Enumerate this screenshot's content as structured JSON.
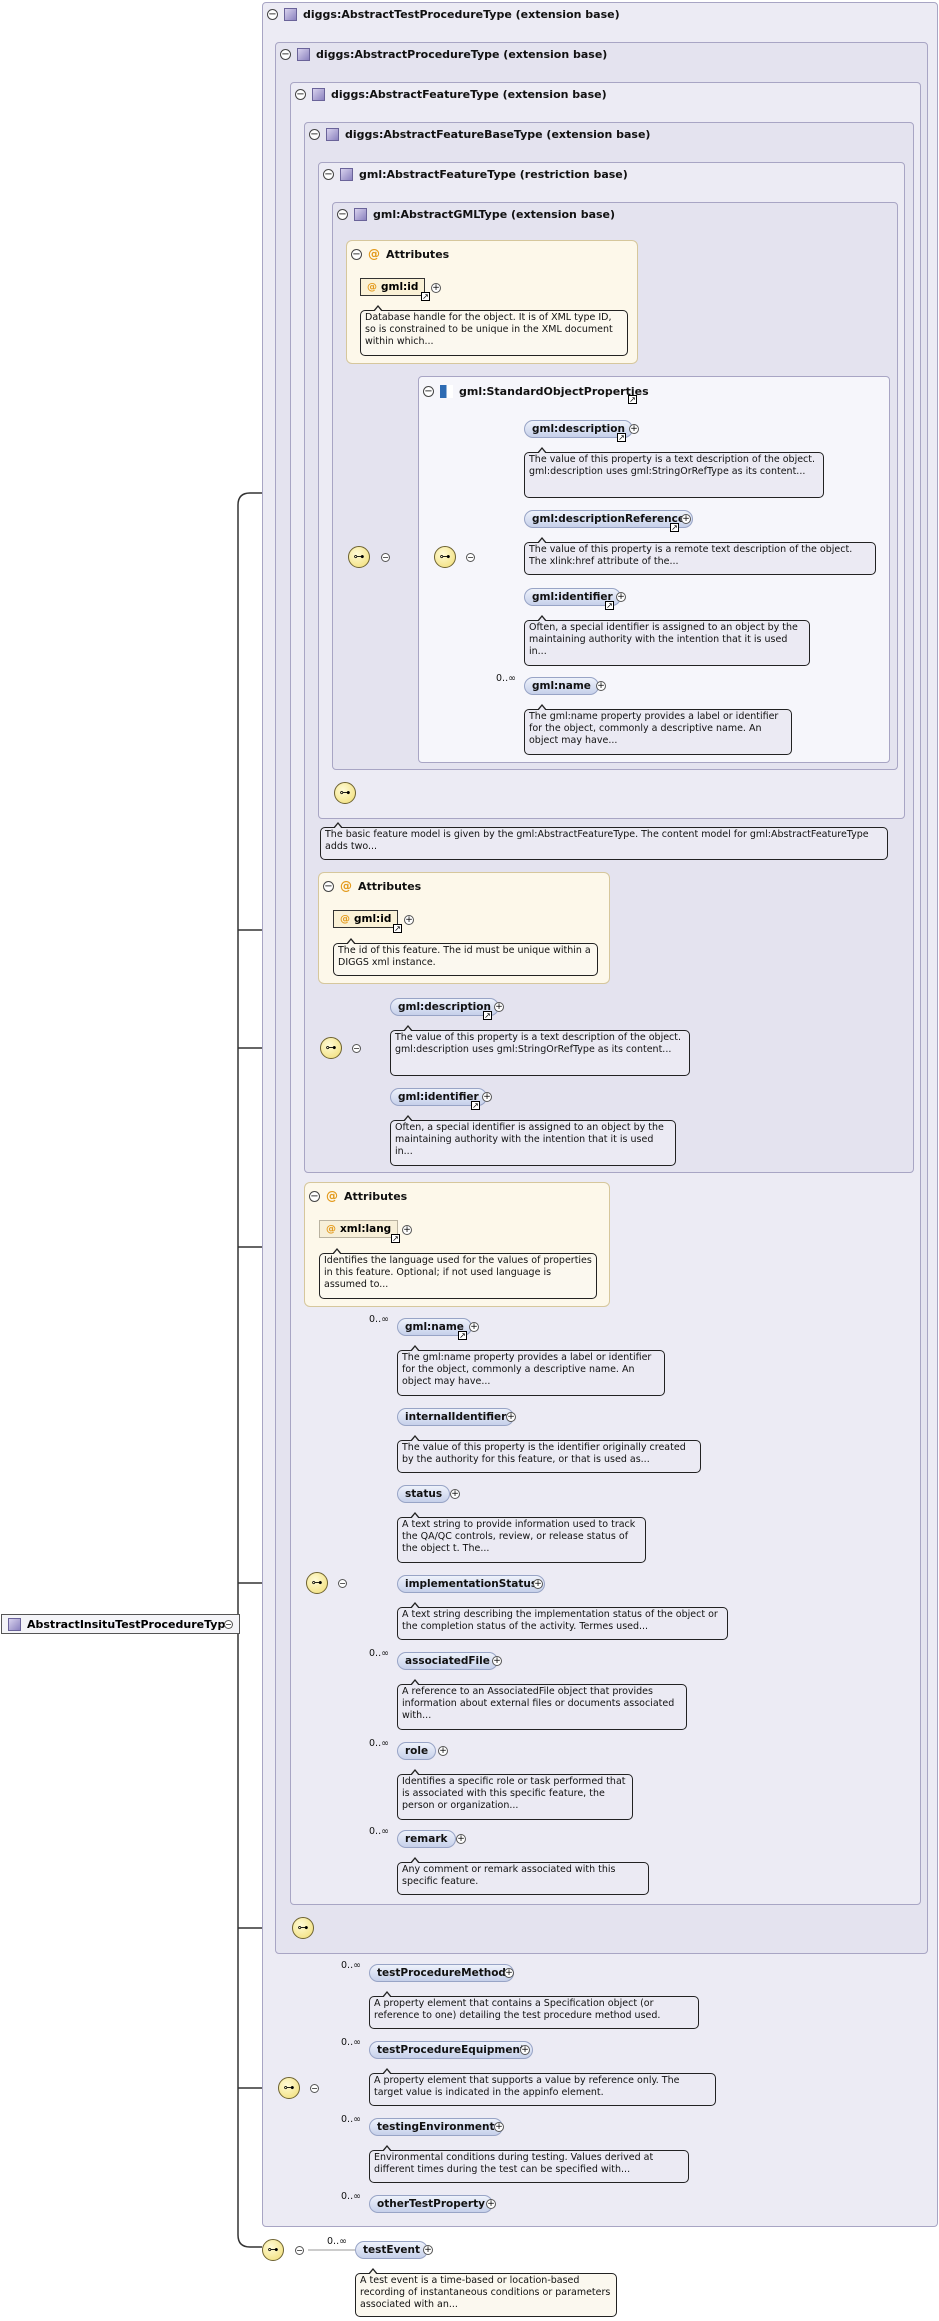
{
  "root": {
    "name": "AbstractInsituTestProcedureType"
  },
  "types": {
    "t1": "diggs:AbstractTestProcedureType (extension base)",
    "t2": "diggs:AbstractProcedureType (extension base)",
    "t3": "diggs:AbstractFeatureType (extension base)",
    "t4": "diggs:AbstractFeatureBaseType (extension base)",
    "t5": "gml:AbstractFeatureType (restriction base)",
    "t6": "gml:AbstractGMLType (extension base)"
  },
  "labels": {
    "attributes": "Attributes",
    "minus": "−",
    "plus": "+",
    "seq": "⊶"
  },
  "gmltype": {
    "attr_id": "gml:id",
    "attr_id_desc": "Database handle for the object. It is of XML type ID, so is constrained to be unique in the XML document within which...",
    "group_name": "gml:StandardObjectProperties",
    "elements": [
      {
        "name": "gml:description",
        "desc": "The value of this property is a text description of the object. gml:description uses gml:StringOrRefType as its content..."
      },
      {
        "name": "gml:descriptionReference",
        "desc": "The value of this property is a remote text description of the object. The xlink:href attribute of the..."
      },
      {
        "name": "gml:identifier",
        "desc": "Often, a special identifier is assigned to an object by the maintaining authority with the intention that it is used in..."
      },
      {
        "name": "gml:name",
        "mult": "0..∞",
        "desc": "The gml:name property provides a label or identifier for the object, commonly a descriptive name. An object may have..."
      }
    ]
  },
  "featuretype_desc": "The basic feature model is given by the gml:AbstractFeatureType. The content model for gml:AbstractFeatureType adds two...",
  "featurebase": {
    "attr_id": "gml:id",
    "attr_id_desc": "The id of this feature. The id must be unique within a DIGGS xml instance.",
    "elements": [
      {
        "name": "gml:description",
        "desc": "The value of this property is a text description of the object. gml:description uses gml:StringOrRefType as its content..."
      },
      {
        "name": "gml:identifier",
        "desc": "Often, a special identifier is assigned to an object by the maintaining authority with the intention that it is used in..."
      }
    ]
  },
  "feature": {
    "attr_lang": "xml:lang",
    "attr_lang_desc": "Identifies the language used for the values of properties in this feature. Optional; if not used language is assumed to...",
    "elements": [
      {
        "name": "gml:name",
        "mult": "0..∞",
        "desc": "The gml:name property provides a label or identifier for the object, commonly a descriptive name. An object may have..."
      },
      {
        "name": "internalIdentifier",
        "mult": "",
        "desc": "The value of this property is the identifier originally created by the authority for this feature, or that is used as..."
      },
      {
        "name": "status",
        "mult": "",
        "desc": "A text string to provide information used to track the QA/QC controls, review, or release status of the object t. The..."
      },
      {
        "name": "implementationStatus",
        "mult": "",
        "desc": "A text string describing the implementation status of the object or the completion status of the activity. Termes used..."
      },
      {
        "name": "associatedFile",
        "mult": "0..∞",
        "desc": "A reference to an AssociatedFile object that provides information about external files or documents associated with..."
      },
      {
        "name": "role",
        "mult": "0..∞",
        "desc": "Identifies a specific role or task performed that is associated with this specific feature, the person or organization..."
      },
      {
        "name": "remark",
        "mult": "0..∞",
        "desc": "Any comment or remark associated with this specific feature."
      }
    ]
  },
  "testprocedure": {
    "elements": [
      {
        "name": "testProcedureMethod",
        "mult": "0..∞",
        "desc": "A property element that contains a Specification object (or reference to one) detailing the test procedure method used."
      },
      {
        "name": "testProcedureEquipment",
        "mult": "0..∞",
        "desc": "A property element that supports a value by reference only. The target value is indicated in the appinfo element."
      },
      {
        "name": "testingEnvironment",
        "mult": "0..∞",
        "desc": "Environmental conditions during testing. Values derived at different times during the test can be specified with..."
      },
      {
        "name": "otherTestProperty",
        "mult": "0..∞",
        "desc": ""
      }
    ]
  },
  "insitu": {
    "elements": [
      {
        "name": "testEvent",
        "mult": "0..∞",
        "desc": "A test event is a time-based or location-based recording of instantaneous conditions or parameters associated with an..."
      }
    ]
  }
}
